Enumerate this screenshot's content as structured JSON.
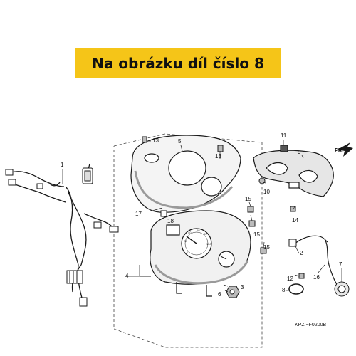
{
  "banner": {
    "text": "Na obrázku díl číslo 8"
  },
  "fr_mark": {
    "text": "FR."
  },
  "diagram_code": "KPZI−F0200B",
  "callouts": {
    "c1": "1",
    "c2": "2",
    "c3": "3",
    "c4": "4",
    "c5": "5",
    "c6": "6",
    "c7": "7",
    "c8": "8",
    "c9": "9",
    "c10": "10",
    "c11": "11",
    "c12": "12",
    "c13a": "13",
    "c13b": "13",
    "c14": "14",
    "c15a": "15",
    "c15b": "15",
    "c15c": "15",
    "c16": "16",
    "c17": "17",
    "c18": "18"
  },
  "colors": {
    "banner": "#f5c518",
    "line": "#1a1a1a",
    "shade": "#9a9a9a"
  }
}
